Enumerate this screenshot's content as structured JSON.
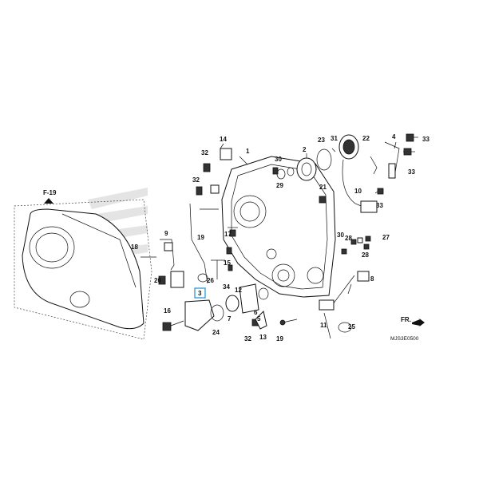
{
  "frame": {
    "ref_label": "F-19",
    "direction_label": "FR.",
    "drawing_code": "MJS3E0500"
  },
  "callouts": [
    {
      "id": "c1",
      "text": "1"
    },
    {
      "id": "c2",
      "text": "2"
    },
    {
      "id": "c3",
      "text": "3",
      "highlighted": true
    },
    {
      "id": "c4",
      "text": "4"
    },
    {
      "id": "c5",
      "text": "5"
    },
    {
      "id": "c6",
      "text": "6"
    },
    {
      "id": "c7",
      "text": "7"
    },
    {
      "id": "c8",
      "text": "8"
    },
    {
      "id": "c9",
      "text": "9"
    },
    {
      "id": "c10",
      "text": "10"
    },
    {
      "id": "c11",
      "text": "11"
    },
    {
      "id": "c12",
      "text": "12"
    },
    {
      "id": "c13",
      "text": "13"
    },
    {
      "id": "c14",
      "text": "14"
    },
    {
      "id": "c15",
      "text": "15"
    },
    {
      "id": "c16",
      "text": "16"
    },
    {
      "id": "c17",
      "text": "17"
    },
    {
      "id": "c18",
      "text": "18"
    },
    {
      "id": "c19a",
      "text": "19"
    },
    {
      "id": "c19b",
      "text": "19"
    },
    {
      "id": "c20",
      "text": "20"
    },
    {
      "id": "c21",
      "text": "21"
    },
    {
      "id": "c22",
      "text": "22"
    },
    {
      "id": "c23",
      "text": "23"
    },
    {
      "id": "c24",
      "text": "24"
    },
    {
      "id": "c25",
      "text": "25"
    },
    {
      "id": "c26",
      "text": "26"
    },
    {
      "id": "c27",
      "text": "27"
    },
    {
      "id": "c28a",
      "text": "28"
    },
    {
      "id": "c28b",
      "text": "28"
    },
    {
      "id": "c29",
      "text": "29"
    },
    {
      "id": "c30a",
      "text": "30"
    },
    {
      "id": "c30b",
      "text": "30"
    },
    {
      "id": "c31",
      "text": "31"
    },
    {
      "id": "c32a",
      "text": "32"
    },
    {
      "id": "c32b",
      "text": "32"
    },
    {
      "id": "c32c",
      "text": "32"
    },
    {
      "id": "c33a",
      "text": "33"
    },
    {
      "id": "c33b",
      "text": "33"
    },
    {
      "id": "c33c",
      "text": "33"
    },
    {
      "id": "c34",
      "text": "34"
    }
  ],
  "colors": {
    "highlight": "#3aa0d8",
    "ink": "#111111",
    "watermark": "#e2e2e2"
  }
}
